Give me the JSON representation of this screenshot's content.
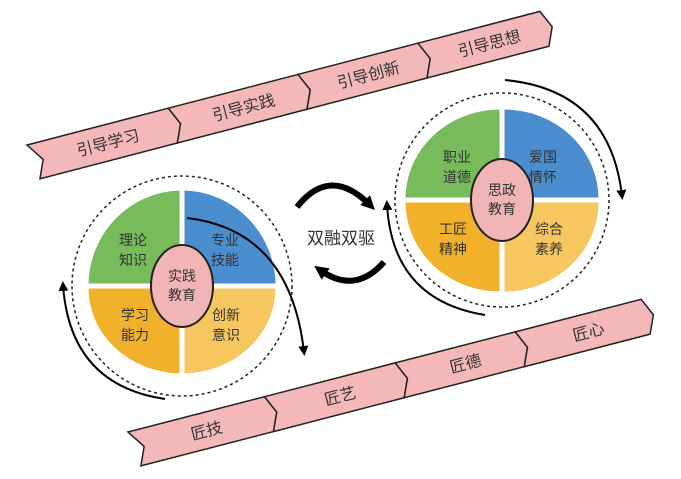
{
  "top_ribbon": [
    "引导学习",
    "引导实践",
    "引导创新",
    "引导思想"
  ],
  "bottom_ribbon": [
    "匠技",
    "匠艺",
    "匠德",
    "匠心"
  ],
  "left_wheel": {
    "center": [
      "实践",
      "教育"
    ],
    "q_tl": [
      "理论",
      "知识"
    ],
    "q_tr": [
      "专业",
      "技能"
    ],
    "q_bl": [
      "学习",
      "能力"
    ],
    "q_br": [
      "创新",
      "意识"
    ]
  },
  "right_wheel": {
    "center": [
      "思政",
      "教育"
    ],
    "q_tl": [
      "职业",
      "道德"
    ],
    "q_tr": [
      "爱国",
      "情怀"
    ],
    "q_bl": [
      "工匠",
      "精神"
    ],
    "q_br": [
      "综合",
      "素养"
    ]
  },
  "middle_label": "双融双驱",
  "colors": {
    "ribbon": "#F4B8B8",
    "green": "#77BB5A",
    "blue": "#4A8ECF",
    "orange": "#F2B12B",
    "yellow": "#F6C65F",
    "center": "#F2B5B5"
  }
}
